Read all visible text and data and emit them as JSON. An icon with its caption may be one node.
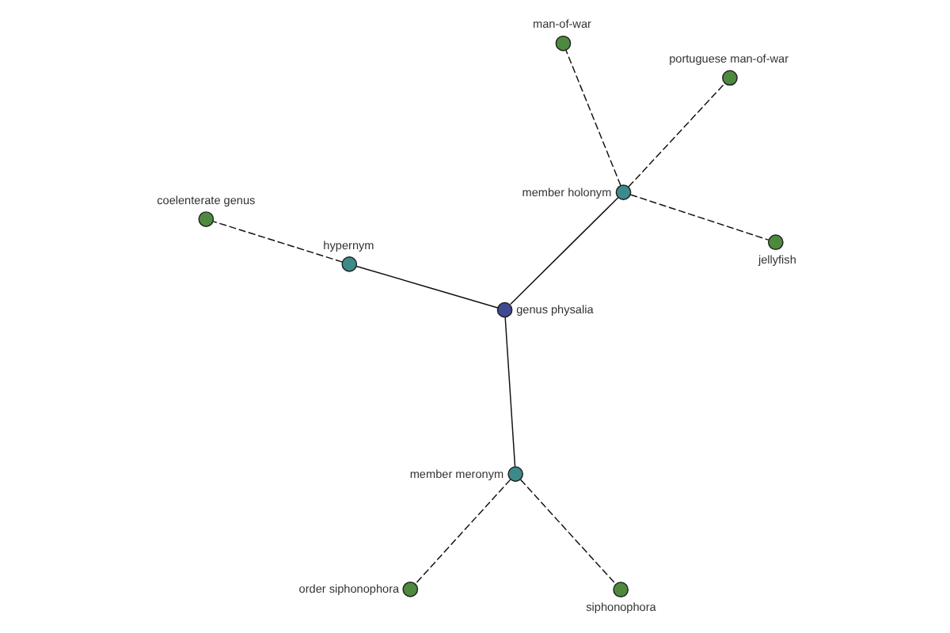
{
  "diagram": {
    "nodes": [
      {
        "text": [
          "coelenterate genus"
        ]
      },
      {
        "text": [
          "hypernym"
        ]
      },
      {
        "text": [
          "genus physalia"
        ]
      },
      {
        "text": [
          "portuguese man-of-war"
        ]
      },
      {
        "text": [
          "member holonym"
        ]
      },
      {
        "text": [
          "member meronym"
        ]
      },
      {
        "text": [
          "man-of-war"
        ]
      },
      {
        "text": [
          "jellyfish"
        ]
      },
      {
        "text": [
          "order siphonophora"
        ]
      },
      {
        "text": [
          "siphonophora"
        ]
      }
    ],
    "edges": [
      {
        "from": 2,
        "to": 1,
        "arrow": "none"
      },
      {
        "from": 1,
        "to": 0,
        "arrow": "none",
        "style": "dashed"
      },
      {
        "from": 2,
        "to": 4,
        "arrow": "none"
      },
      {
        "from": 4,
        "to": 3,
        "arrow": "none",
        "style": "dashed"
      },
      {
        "from": 4,
        "to": 6,
        "arrow": "none",
        "style": "dashed"
      },
      {
        "from": 4,
        "to": 7,
        "arrow": "none",
        "style": "dashed"
      },
      {
        "from": 2,
        "to": 5,
        "arrow": "none"
      },
      {
        "from": 5,
        "to": 8,
        "arrow": "none",
        "style": "dashed"
      },
      {
        "from": 5,
        "to": 9,
        "arrow": "none",
        "style": "dashed"
      }
    ]
  }
}
